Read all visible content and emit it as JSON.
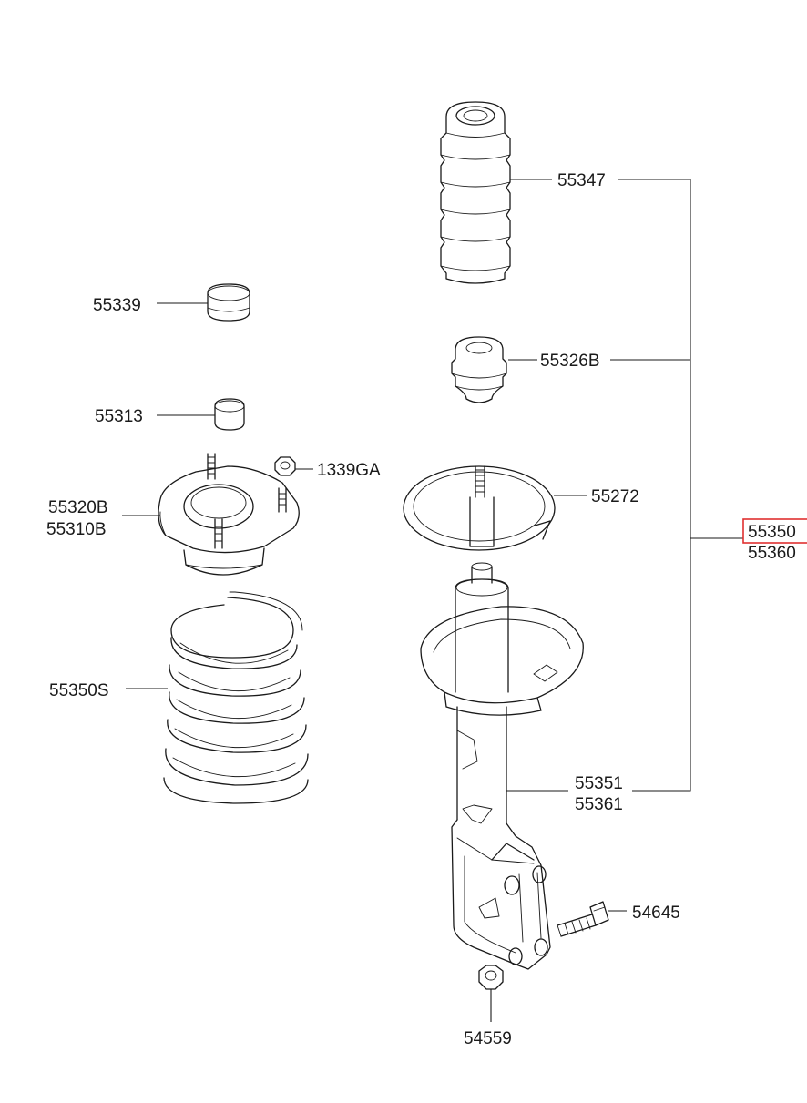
{
  "labels": {
    "p55347": "55347",
    "p55339": "55339",
    "p55326B": "55326B",
    "p55313": "55313",
    "p1339GA": "1339GA",
    "p55272": "55272",
    "p55320B": "55320B",
    "p55310B": "55310B",
    "p55350": "55350",
    "p55360": "55360",
    "p55350S": "55350S",
    "p55351": "55351",
    "p55361": "55361",
    "p54645": "54645",
    "p54559": "54559"
  },
  "highlight": {
    "part": "55350",
    "color": "#e03030"
  }
}
